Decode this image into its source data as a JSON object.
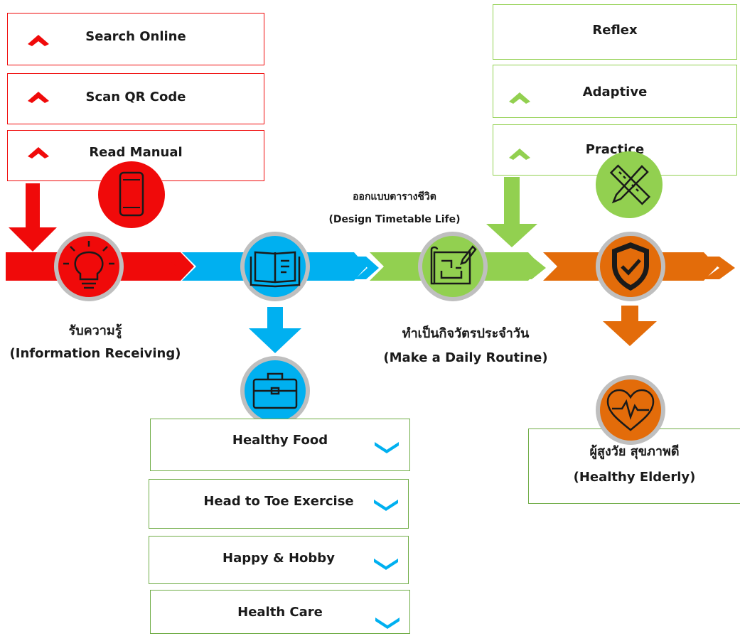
{
  "colors": {
    "red": "#f00a0a",
    "blue": "#00b0f0",
    "green": "#92d050",
    "orange": "#e36c0a",
    "ring": "#bfbfbf",
    "icon": "#1a1a1a"
  },
  "steps": [
    {
      "th": "รับความรู้",
      "en": "(Information Receiving)",
      "icon": "lightbulb-icon"
    },
    {
      "icon": "book-icon"
    },
    {
      "th": "ทำเป็นกิจวัตรประจำวัน",
      "en": "(Make a Daily Routine)",
      "icon": "blueprint-icon"
    },
    {
      "icon": "shield-check-icon"
    }
  ],
  "design": {
    "th": "ออกแบบตารางชีวิต",
    "en": "(Design Timetable Life)"
  },
  "goal": {
    "th": "ผู้สูงวัย สุขภาพดี",
    "en": "(Healthy Elderly)",
    "icon": "heart-pulse-icon"
  },
  "info_sources": [
    "Search Online",
    "Scan QR Code",
    "Read Manual"
  ],
  "info_icon": "smartphone-icon",
  "habits": [
    "Reflex",
    "Adaptive",
    "Practice"
  ],
  "habit_icon": "ruler-pencil-icon",
  "activities": [
    "Healthy Food",
    "Head to Toe Exercise",
    "Happy & Hobby",
    "Health Care"
  ],
  "activity_icon": "briefcase-icon"
}
